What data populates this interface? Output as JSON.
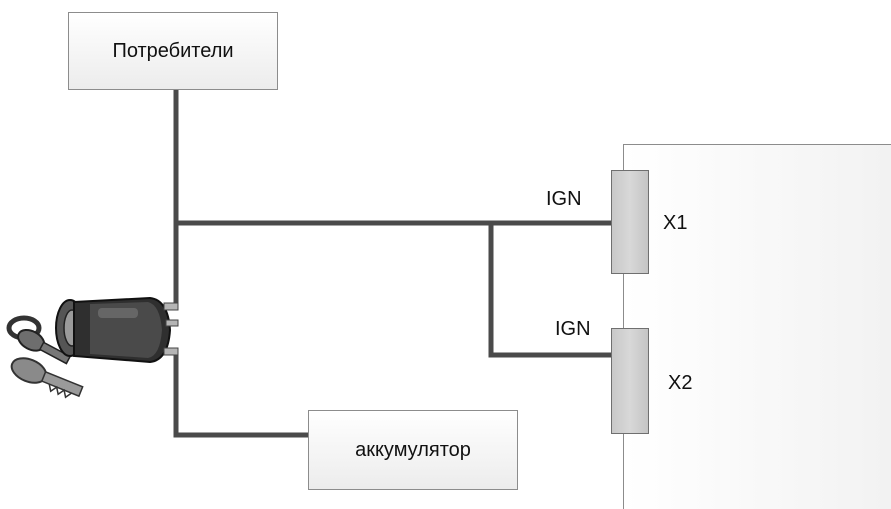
{
  "diagram": {
    "consumers_label": "Потребители",
    "battery_label": "аккумулятор",
    "connectors": [
      {
        "id": "x1",
        "name": "X1",
        "pin_label": "IGN"
      },
      {
        "id": "x2",
        "name": "X2",
        "pin_label": "IGN"
      }
    ],
    "colors": {
      "wire": "#4a4a4a",
      "connector": "#c8c8c8",
      "border": "#8c8c8c"
    },
    "icons": {
      "ignition_switch": "ignition-switch-with-keys-icon"
    }
  }
}
